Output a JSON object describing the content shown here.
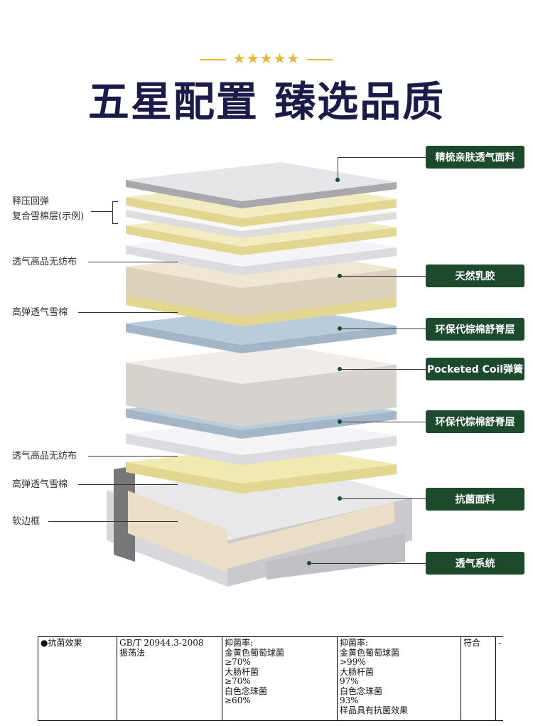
{
  "header": {
    "stars": "★★★★★",
    "title": "五星配置 臻选品质"
  },
  "right_labels": [
    "精梳亲肤透气面料",
    "天然乳胶",
    "环保代棕棉舒脊层",
    "Pocketed Coil弹簧",
    "环保代棕棉舒脊层",
    "抗菌面料",
    "透气系统"
  ],
  "left_labels": {
    "foam_line1": "释压回弹",
    "foam_line2": "复合雪棉层(示例)",
    "nonwoven_top": "透气高品无纺布",
    "snow_top": "高弹透气雪棉",
    "nonwoven_bottom": "透气高品无纺布",
    "snow_bottom": "高弹透气雪棉",
    "frame": "软边框"
  },
  "table": {
    "item": "●抗菌效果",
    "standard": [
      "GB/T 20944.3-2008",
      "振荡法"
    ],
    "requirement": [
      "抑菌率:",
      "金黄色葡萄球菌",
      "≥70%",
      "大肠杆菌",
      "≥70%",
      "白色念珠菌",
      "≥60%"
    ],
    "result": [
      "抑菌率:",
      "金黄色葡萄球菌",
      ">99%",
      "大肠杆菌",
      "97%",
      "白色念珠菌",
      "93%",
      "样品具有抗菌效果"
    ],
    "verdict": "符合",
    "extra": "-"
  }
}
